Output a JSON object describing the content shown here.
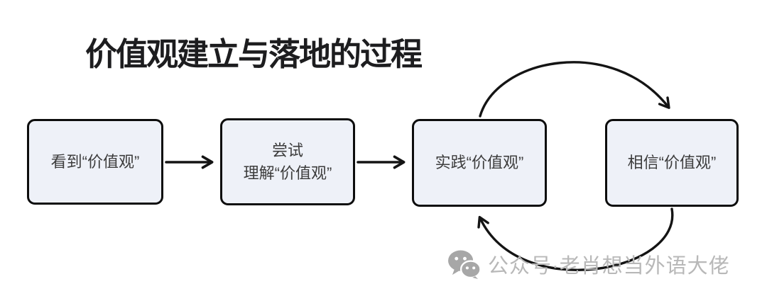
{
  "title": "价值观建立与落地的过程",
  "boxes": [
    {
      "id": "see",
      "label": "看到“价值观”"
    },
    {
      "id": "understand",
      "line1": "尝试",
      "line2": "理解“价值观”"
    },
    {
      "id": "practice",
      "label": "实践“价值观”"
    },
    {
      "id": "believe",
      "label": "相信“价值观”"
    }
  ],
  "connections": [
    {
      "from": "see",
      "to": "understand",
      "style": "straight"
    },
    {
      "from": "understand",
      "to": "practice",
      "style": "straight"
    },
    {
      "from": "practice",
      "to": "believe",
      "style": "curve-over-top"
    },
    {
      "from": "believe",
      "to": "practice",
      "style": "curve-under-bottom"
    }
  ],
  "watermark": {
    "icon": "wechat-icon",
    "text": "公众号·老肖想当外语大佬"
  },
  "colors": {
    "background": "#ffffff",
    "title_text": "#1d1d1f",
    "box_fill": "#eef1f8",
    "box_border": "#0d0d0d",
    "box_text": "#3c3c3c",
    "arrow": "#141414",
    "watermark_gray": "#b8b8b8"
  }
}
